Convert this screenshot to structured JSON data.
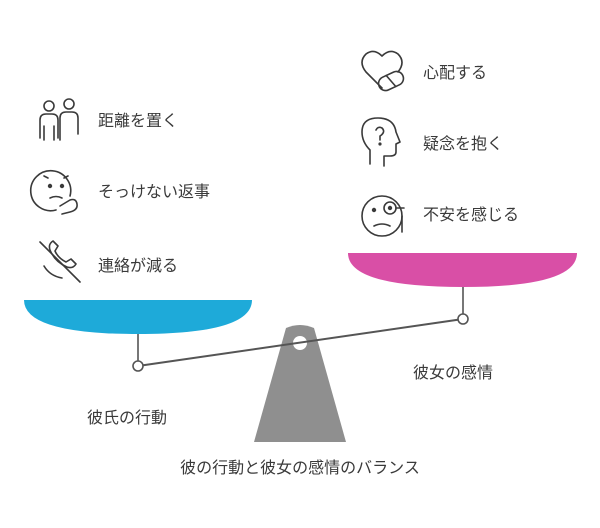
{
  "left_items": [
    {
      "label": "距離を置く",
      "icon": "people-distance-icon"
    },
    {
      "label": "そっけない返事",
      "icon": "dismissive-face-icon"
    },
    {
      "label": "連絡が減る",
      "icon": "no-phone-icon"
    }
  ],
  "right_items": [
    {
      "label": "心配する",
      "icon": "heart-pill-icon"
    },
    {
      "label": "疑念を抱く",
      "icon": "doubt-head-icon"
    },
    {
      "label": "不安を感じる",
      "icon": "anxious-face-icon"
    }
  ],
  "left_pan_label": "彼氏の行動",
  "right_pan_label": "彼女の感情",
  "caption": "彼の行動と彼女の感情のバランス",
  "colors": {
    "left_pan": "#1eaad9",
    "right_pan": "#d94fa6",
    "fulcrum": "#8f8f8f",
    "beam": "#555555",
    "text": "#3a3a3a"
  }
}
